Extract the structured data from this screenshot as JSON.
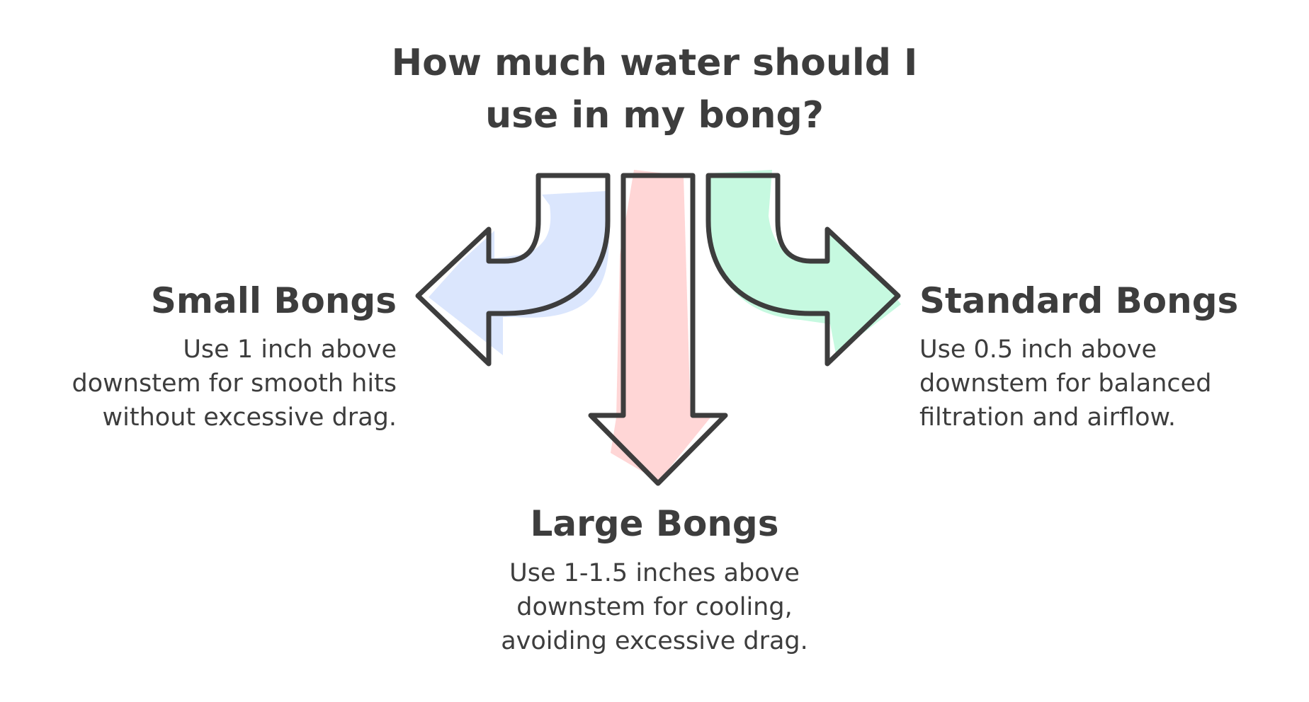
{
  "title": {
    "line1": "How much water should I",
    "line2": "use in my bong?"
  },
  "branches": {
    "small": {
      "heading": "Small Bongs",
      "desc_lines": [
        "Use 1 inch above",
        "downstem for smooth hits",
        "without excessive drag."
      ],
      "color": "#dbe6fd"
    },
    "large": {
      "heading": "Large Bongs",
      "desc_lines": [
        "Use 1-1.5 inches above",
        "downstem for cooling,",
        "avoiding excessive drag."
      ],
      "color": "#ffd6d6"
    },
    "standard": {
      "heading": "Standard Bongs",
      "desc_lines": [
        "Use 0.5 inch above",
        "downstem for balanced",
        "filtration and airflow."
      ],
      "color": "#c6f9e0"
    }
  },
  "colors": {
    "outline": "#3d3d3d",
    "text": "#3d3d3d"
  }
}
